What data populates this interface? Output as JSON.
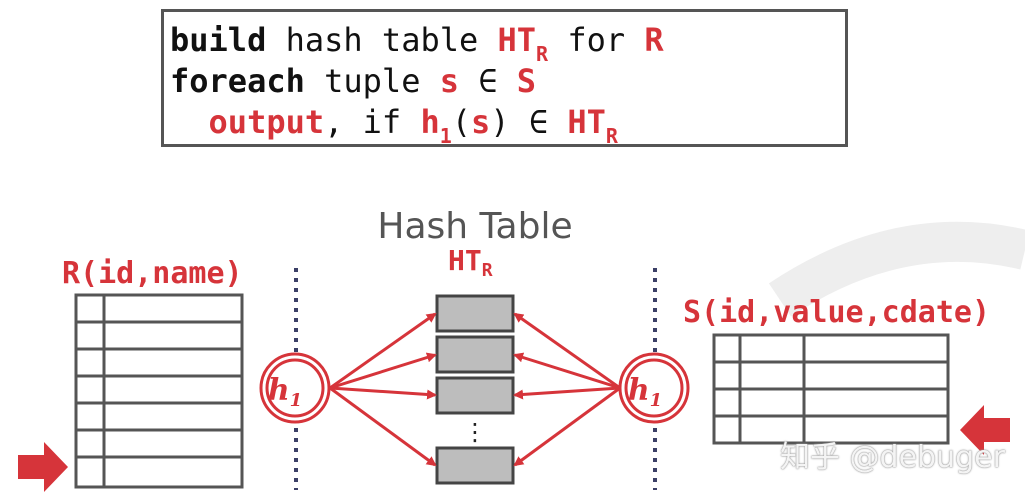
{
  "code": {
    "line1": {
      "kw1": "build",
      "t1": " hash table ",
      "r1": "HT",
      "r1_sub": "R",
      "t2": " for ",
      "r2": "R"
    },
    "line2": {
      "kw1": "foreach",
      "t1": " tuple ",
      "r1": "s",
      "t2": " ∈ ",
      "r2": "S"
    },
    "line3": {
      "indent": "  ",
      "r1": "output",
      "t1": ", if ",
      "r2": "h",
      "r2_sub": "1",
      "t2": "(",
      "r3": "s",
      "t3": ") ∈ ",
      "r4": "HT",
      "r4_sub": "R"
    }
  },
  "diagram": {
    "title": "Hash Table",
    "ht_label": "HT",
    "ht_label_sub": "R",
    "r_label": "R(id,name)",
    "s_label": "S(id,value,cdate)",
    "hash_fn": "h",
    "hash_fn_sub": "1",
    "ellipsis": "⋮",
    "accent_color": "#d6343a"
  },
  "watermark": "知乎 @debuger"
}
